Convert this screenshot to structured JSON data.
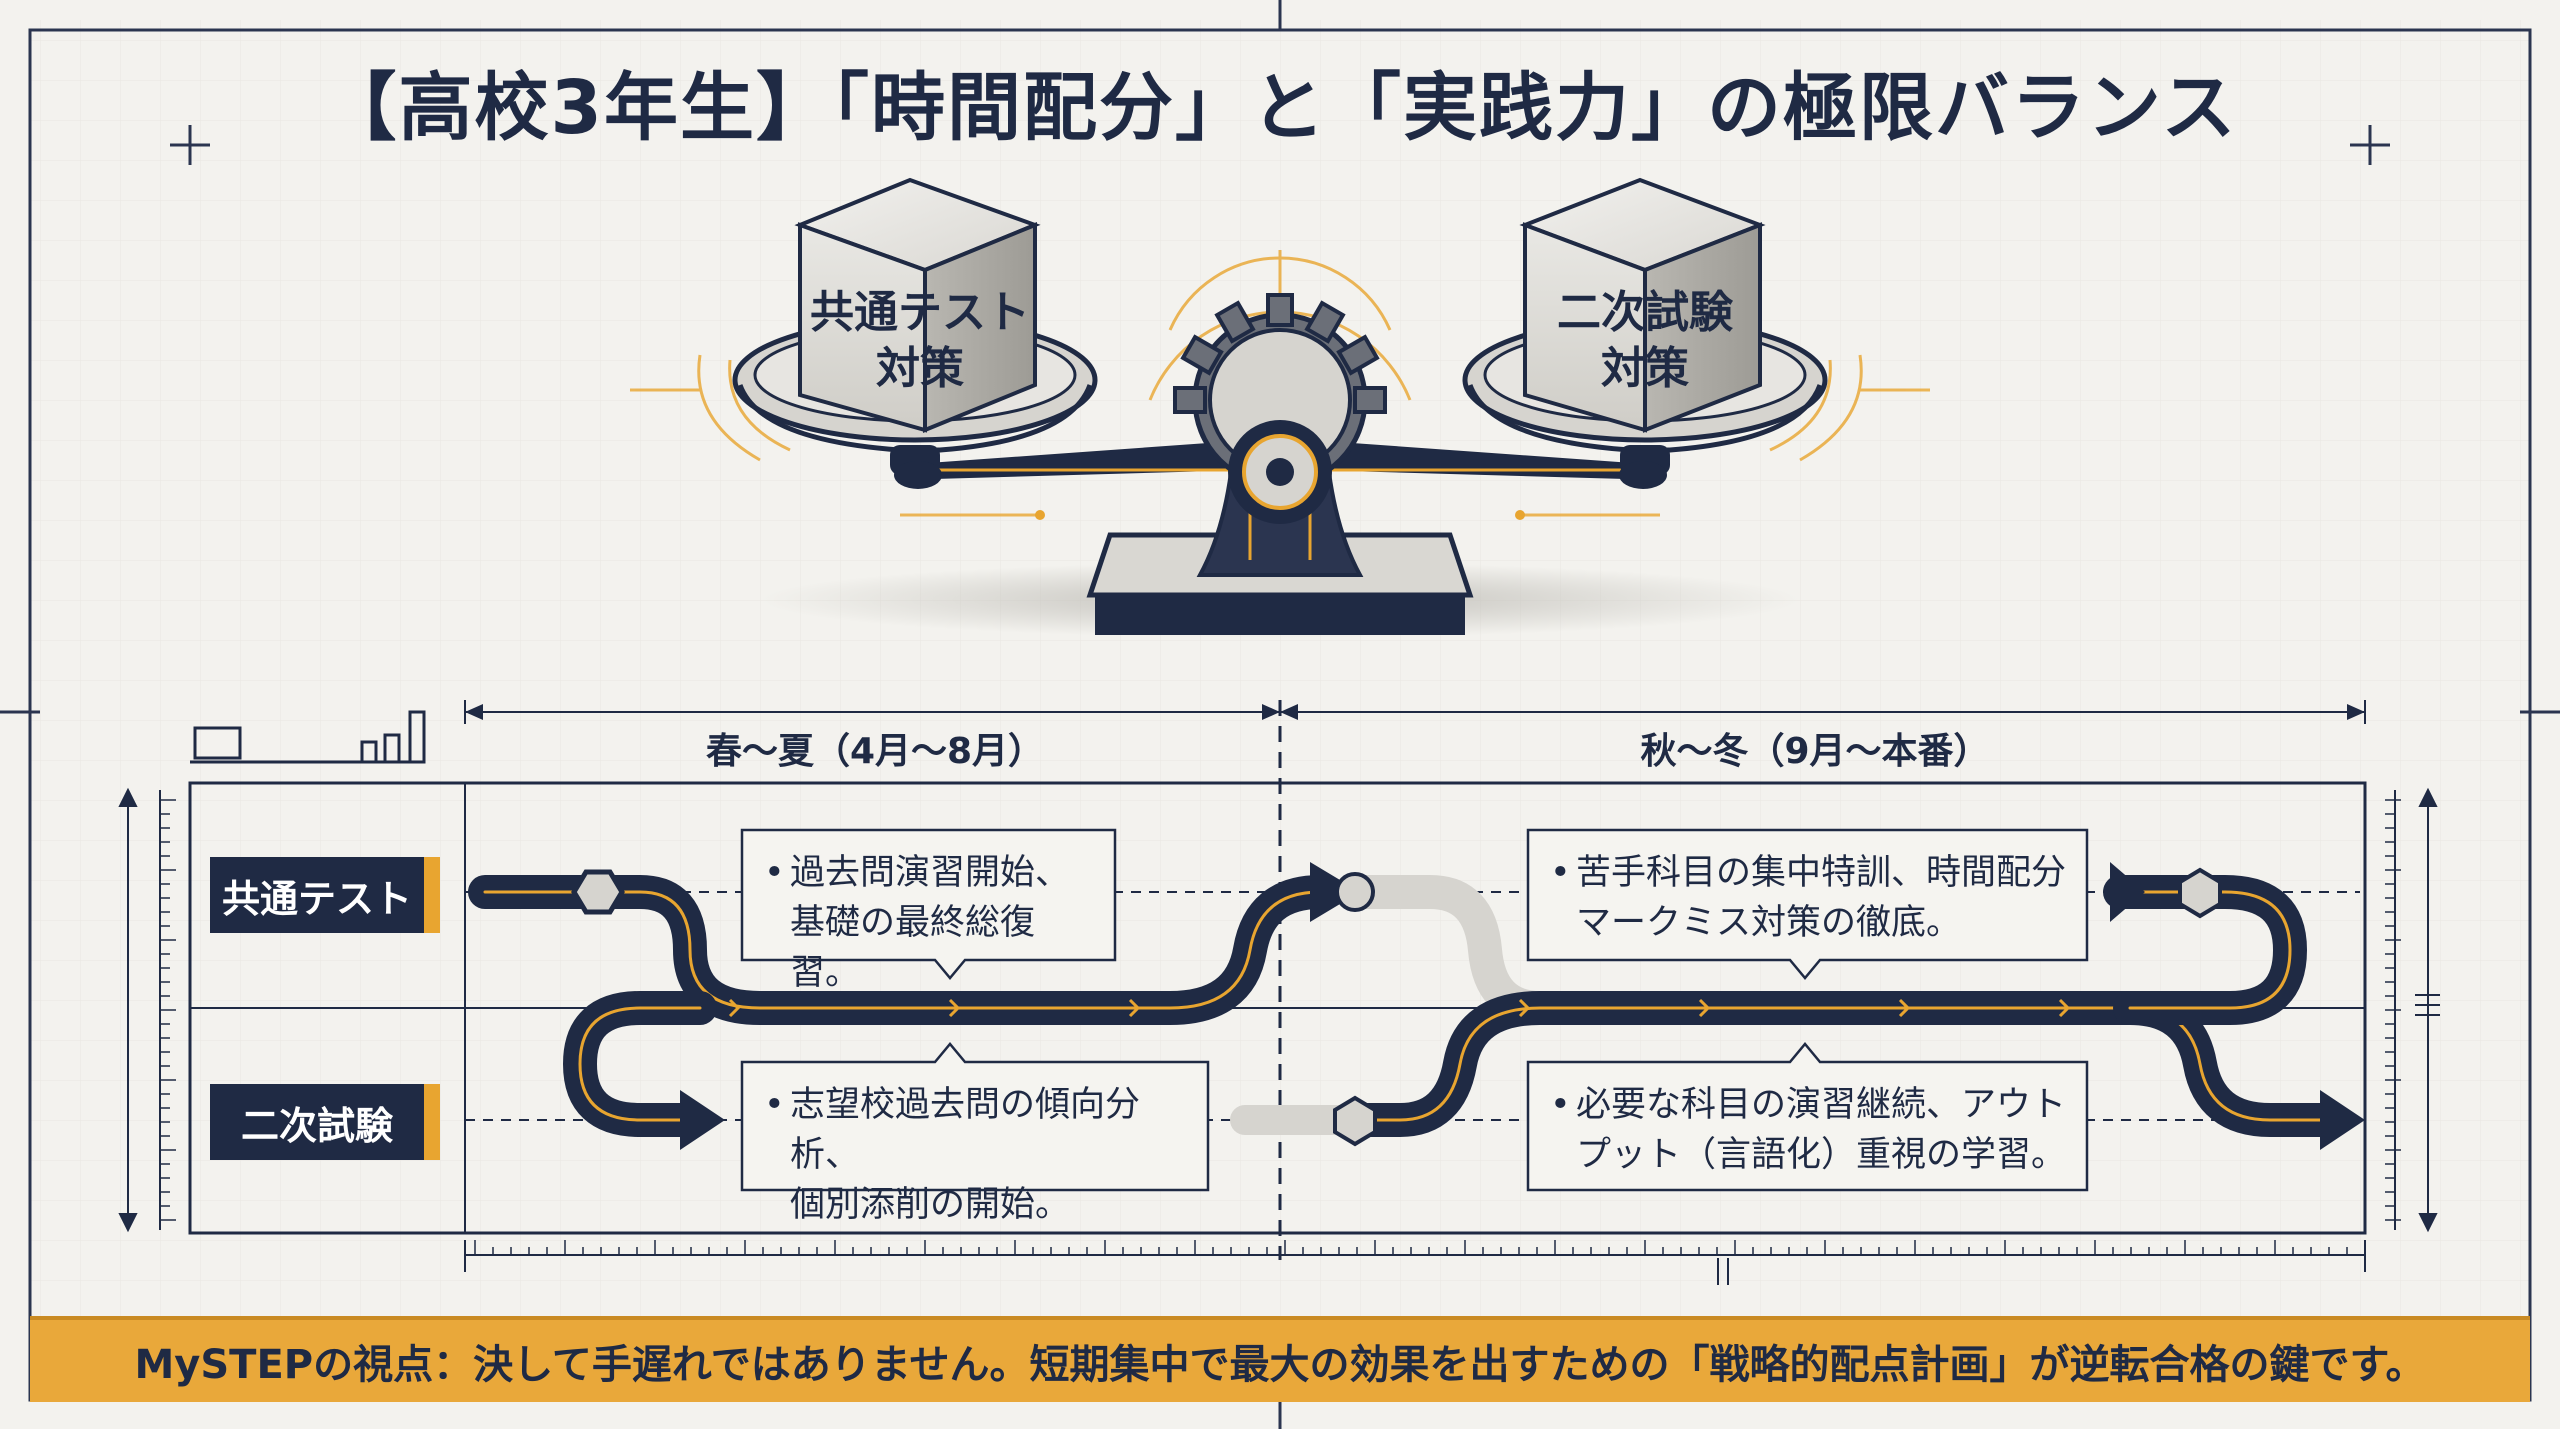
{
  "title": "【高校3年生】「時間配分」と「実践力」の極限バランス",
  "scale": {
    "left_block_line1": "共通テスト",
    "left_block_line2": "対策",
    "right_block_line1": "二次試験",
    "right_block_line2": "対策"
  },
  "timeline": {
    "period_1": "春〜夏（4月〜8月）",
    "period_2": "秋〜冬（9月〜本番）",
    "rows": [
      {
        "label": "共通テスト"
      },
      {
        "label": "二次試験"
      }
    ],
    "notes": {
      "common_early_1": "過去問演習開始、",
      "common_early_2": "基礎の最終総復習。",
      "second_early_1": "志望校過去問の傾向分析、",
      "second_early_2": "個別添削の開始。",
      "common_late_1": "苦手科目の集中特訓、時間配分",
      "common_late_2": "マークミス対策の徹底。",
      "second_late_1": "必要な科目の演習継続、アウト",
      "second_late_2": "プット（言語化）重視の学習。"
    }
  },
  "banner": "MySTEPの視点：決して手遅れではありません。短期集中で最大の効果を出すための「戦略的配点計画」が逆転合格の鍵です。",
  "colors": {
    "navy": "#1f2a44",
    "accent": "#e8a530",
    "background": "#f3f2ee"
  }
}
